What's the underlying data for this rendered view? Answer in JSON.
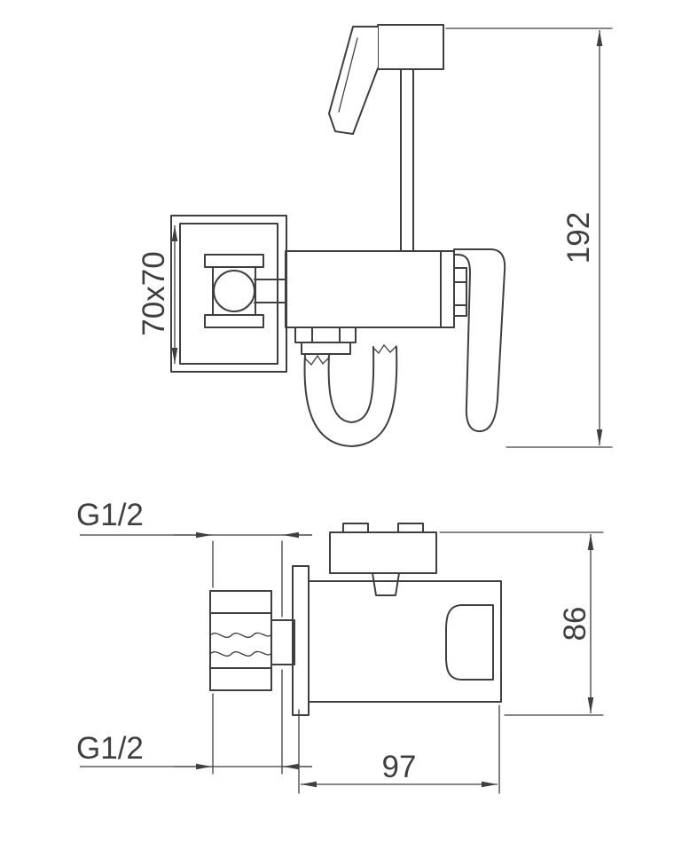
{
  "page": {
    "background": "#ffffff",
    "line_color": "#3f3f3f"
  },
  "dimensions": {
    "plate_size": "70x70",
    "total_height": "192",
    "top_thread": "G1/2",
    "bottom_thread": "G1/2",
    "side_height": "86",
    "bottom_width": "97"
  }
}
